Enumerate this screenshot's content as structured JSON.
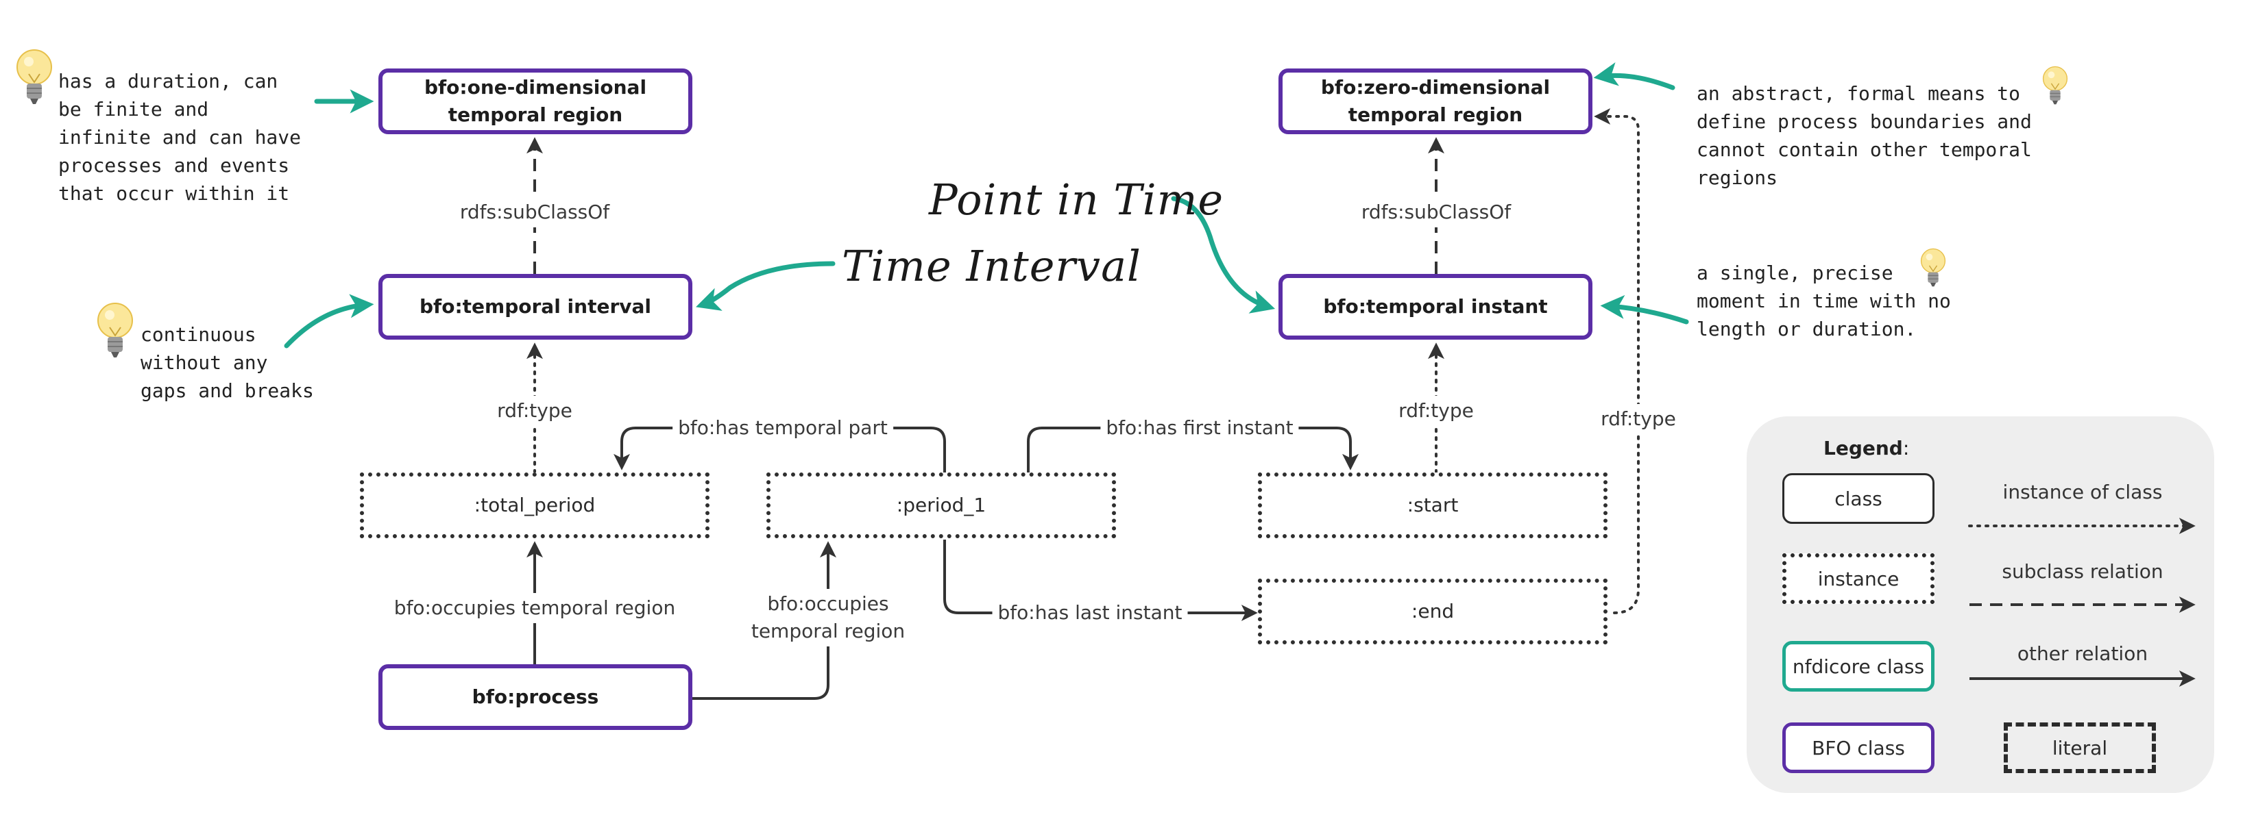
{
  "nodes": {
    "one_dim": "bfo:one-dimensional temporal region",
    "zero_dim": "bfo:zero-dimensional temporal region",
    "temporal_interval": "bfo:temporal interval",
    "temporal_instant": "bfo:temporal instant",
    "process": "bfo:process",
    "total_period": ":total_period",
    "period_1": ":period_1",
    "start": ":start",
    "end": ":end"
  },
  "edges": {
    "subclass_left": "rdfs:subClassOf",
    "subclass_right": "rdfs:subClassOf",
    "type_total": "rdf:type",
    "type_start": "rdf:type",
    "type_end": "rdf:type",
    "temporal_part": "bfo:has temporal part",
    "first_instant": "bfo:has first instant",
    "last_instant": "bfo:has last instant",
    "occupies_total": "bfo:occupies temporal region",
    "occupies_period": "bfo:occupies\ntemporal region"
  },
  "notes": {
    "one_dim": "has a duration, can\nbe finite and\ninfinite and can have\nprocesses and events\nthat occur within it",
    "interval": "continuous\nwithout any\ngaps and breaks",
    "zero_dim": "an abstract, formal means to\ndefine process boundaries and\ncannot contain other temporal\nregions",
    "instant": "a single, precise\nmoment in time with no\nlength or duration."
  },
  "handwritten": {
    "time_interval": "Time Interval",
    "point_in_time": "Point in Time"
  },
  "legend": {
    "title": "Legend",
    "title_suffix": ":",
    "class": "class",
    "instance": "instance",
    "nfdicore_class": "nfdicore class",
    "bfo_class": "BFO class",
    "literal": "literal",
    "instance_of_class": "instance of class",
    "subclass_relation": "subclass relation",
    "other_relation": "other relation"
  },
  "colors": {
    "bfo_border": "#5b2ea6",
    "nfdicore_border": "#1fa98f",
    "teal_arrow": "#1fa98f",
    "edge": "#333333",
    "legend_bg": "#eeeeee"
  },
  "icons": [
    "lightbulb-icon"
  ]
}
